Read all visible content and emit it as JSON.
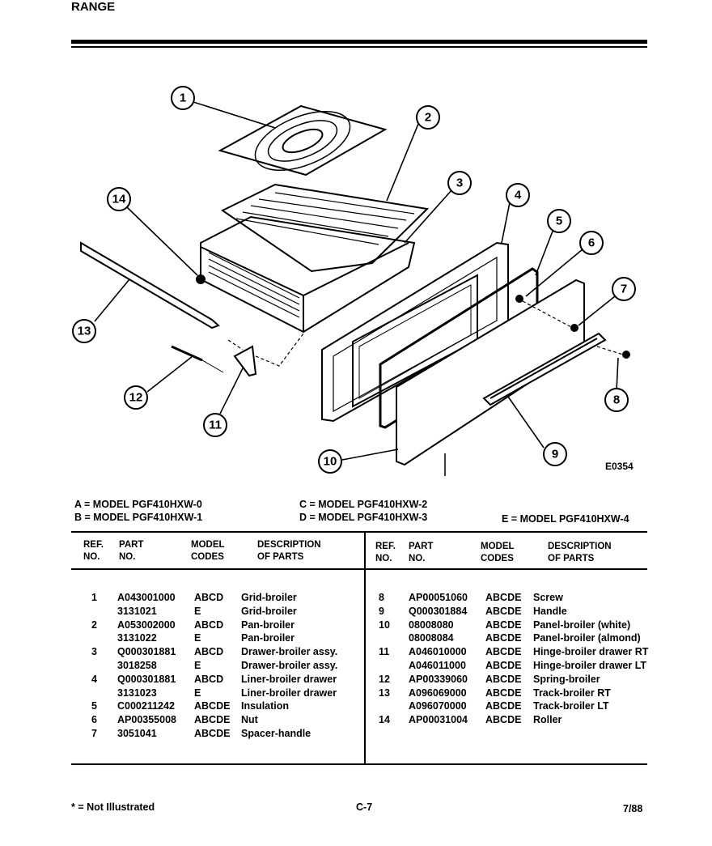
{
  "header": {
    "title": "RANGE"
  },
  "diagram": {
    "code": "E0354",
    "callouts": [
      "1",
      "2",
      "3",
      "4",
      "5",
      "6",
      "7",
      "8",
      "9",
      "10",
      "11",
      "12",
      "13",
      "14"
    ]
  },
  "models": [
    "A = MODEL PGF410HXW-0",
    "B = MODEL PGF410HXW-1",
    "C = MODEL PGF410HXW-2",
    "D = MODEL PGF410HXW-3",
    "E = MODEL PGF410HXW-4"
  ],
  "table": {
    "headers": {
      "ref": "REF.\nNO.",
      "part": "PART\nNO.",
      "model": "MODEL\nCODES",
      "desc": "DESCRIPTION\nOF PARTS"
    },
    "left_rows": [
      {
        "ref": "1",
        "part": "A043001000",
        "codes": "ABCD",
        "desc": "Grid-broiler"
      },
      {
        "ref": "",
        "part": "3131021",
        "codes": "E",
        "desc": "Grid-broiler"
      },
      {
        "ref": "2",
        "part": "A053002000",
        "codes": "ABCD",
        "desc": "Pan-broiler"
      },
      {
        "ref": "",
        "part": "3131022",
        "codes": "E",
        "desc": "Pan-broiler"
      },
      {
        "ref": "3",
        "part": "Q000301881",
        "codes": "ABCD",
        "desc": "Drawer-broiler assy."
      },
      {
        "ref": "",
        "part": "3018258",
        "codes": "E",
        "desc": "Drawer-broiler assy."
      },
      {
        "ref": "4",
        "part": "Q000301881",
        "codes": "ABCD",
        "desc": "Liner-broiler drawer"
      },
      {
        "ref": "",
        "part": "3131023",
        "codes": "E",
        "desc": "Liner-broiler drawer"
      },
      {
        "ref": "5",
        "part": "C000211242",
        "codes": "ABCDE",
        "desc": "Insulation"
      },
      {
        "ref": "6",
        "part": "AP00355008",
        "codes": "ABCDE",
        "desc": "Nut"
      },
      {
        "ref": "7",
        "part": "3051041",
        "codes": "ABCDE",
        "desc": "Spacer-handle"
      }
    ],
    "right_rows": [
      {
        "ref": "8",
        "part": "AP00051060",
        "codes": "ABCDE",
        "desc": "Screw"
      },
      {
        "ref": "9",
        "part": "Q000301884",
        "codes": "ABCDE",
        "desc": "Handle"
      },
      {
        "ref": "10",
        "part": "08008080",
        "codes": "ABCDE",
        "desc": "Panel-broiler (white)"
      },
      {
        "ref": "",
        "part": "08008084",
        "codes": "ABCDE",
        "desc": "Panel-broiler (almond)"
      },
      {
        "ref": "11",
        "part": "A046010000",
        "codes": "ABCDE",
        "desc": "Hinge-broiler drawer RT"
      },
      {
        "ref": "",
        "part": "A046011000",
        "codes": "ABCDE",
        "desc": "Hinge-broiler drawer LT"
      },
      {
        "ref": "12",
        "part": "AP00339060",
        "codes": "ABCDE",
        "desc": "Spring-broiler"
      },
      {
        "ref": "13",
        "part": "A096069000",
        "codes": "ABCDE",
        "desc": "Track-broiler RT"
      },
      {
        "ref": "",
        "part": "A096070000",
        "codes": "ABCDE",
        "desc": "Track-broiler LT"
      },
      {
        "ref": "14",
        "part": "AP00031004",
        "codes": "ABCDE",
        "desc": "Roller"
      }
    ]
  },
  "footer": {
    "note": "* = Not Illustrated",
    "page": "C-7",
    "date": "7/88"
  }
}
